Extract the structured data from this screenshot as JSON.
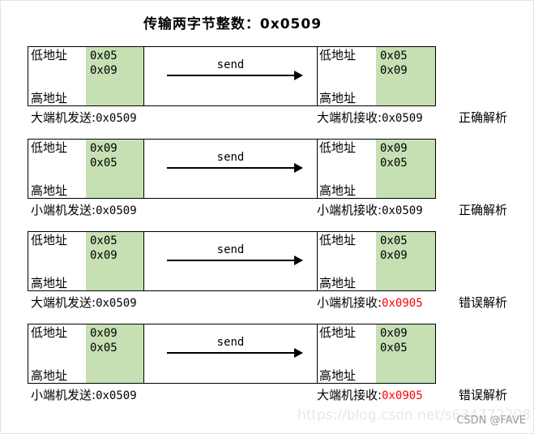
{
  "title": "传输两字节整数：0x0509",
  "labels": {
    "low_addr": "低地址",
    "high_addr": "高地址",
    "send": "send"
  },
  "rows": [
    {
      "sender_bytes": [
        "0x05",
        "0x09"
      ],
      "receiver_bytes": [
        "0x05",
        "0x09"
      ],
      "send_caption": {
        "label": "大端机发送:",
        "value": "0x0509"
      },
      "recv_caption": {
        "label": "大端机接收:",
        "value": "0x0509",
        "error": false
      },
      "verdict": "正确解析"
    },
    {
      "sender_bytes": [
        "0x09",
        "0x05"
      ],
      "receiver_bytes": [
        "0x09",
        "0x05"
      ],
      "send_caption": {
        "label": "小端机发送:",
        "value": "0x0509"
      },
      "recv_caption": {
        "label": "小端机接收:",
        "value": "0x0509",
        "error": false
      },
      "verdict": "正确解析"
    },
    {
      "sender_bytes": [
        "0x05",
        "0x09"
      ],
      "receiver_bytes": [
        "0x05",
        "0x09"
      ],
      "send_caption": {
        "label": "大端机发送:",
        "value": "0x0509"
      },
      "recv_caption": {
        "label": "小端机接收:",
        "value": "0x0905",
        "error": true
      },
      "verdict": "错误解析"
    },
    {
      "sender_bytes": [
        "0x09",
        "0x05"
      ],
      "receiver_bytes": [
        "0x09",
        "0x05"
      ],
      "send_caption": {
        "label": "小端机发送:",
        "value": "0x0509"
      },
      "recv_caption": {
        "label": "大端机接收:",
        "value": "0x0905",
        "error": true
      },
      "verdict": "错误解析"
    }
  ],
  "layout_rows_top": [
    56,
    170,
    284,
    398
  ],
  "watermark": {
    "url": "https://blog.csdn.net/s634772208",
    "credit": "CSDN @FAVE"
  },
  "colors": {
    "byte_bg": "#c6e0b4",
    "line": "#000000",
    "text": "#000000",
    "error": "#ff0000",
    "watermark_url": "#e8e8e8",
    "watermark_credit": "#9c9c9c"
  }
}
